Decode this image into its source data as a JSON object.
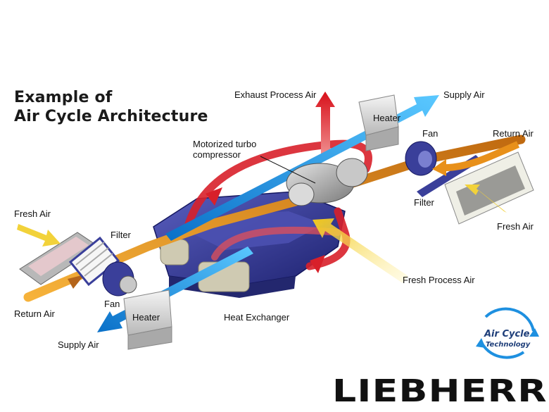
{
  "title": {
    "line1": "Example of",
    "line2": "Air Cycle Architecture"
  },
  "labels": {
    "exhaust_process_air": "Exhaust Process Air",
    "supply_air_top": "Supply Air",
    "heater_top": "Heater",
    "fan_right": "Fan",
    "return_air_right": "Return Air",
    "motorized_turbo_compressor_1": "Motorized turbo",
    "motorized_turbo_compressor_2": "compressor",
    "filter_right": "Filter",
    "fresh_air_right": "Fresh Air",
    "fresh_air_left": "Fresh Air",
    "filter_left": "Filter",
    "fresh_process_air": "Fresh Process Air",
    "return_air_left": "Return Air",
    "fan_left": "Fan",
    "heater_bottom": "Heater",
    "heat_exchanger": "Heat Exchanger",
    "supply_air_bottom": "Supply Air"
  },
  "badge": {
    "line1": "Air Cycle",
    "line2": "Technology"
  },
  "brand": "LIEBHERR",
  "colors": {
    "supply_blue": "#1e90e0",
    "return_orange": "#e8901a",
    "exhaust_red": "#d8202a",
    "fresh_yellow": "#f2d23a",
    "unit_purple": "#3a3f9a",
    "badge_blue": "#1f3f7a"
  }
}
